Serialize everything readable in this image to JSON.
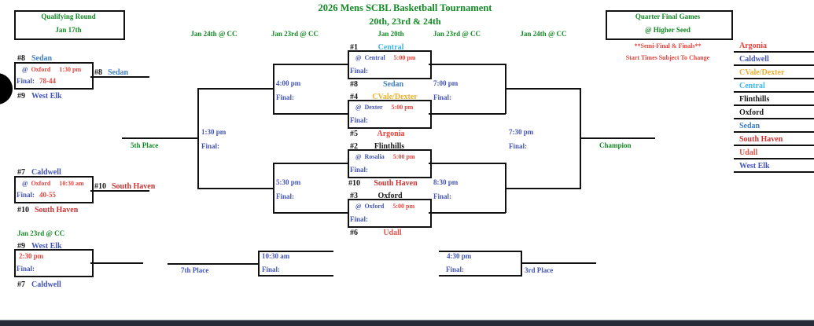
{
  "header": {
    "title": "2026 Mens SCBL Basketball Tournament",
    "subtitle": "20th, 23rd & 24th"
  },
  "columns": {
    "c1": "Jan 24th @ CC",
    "c2": "Jan 23rd @ CC",
    "c3": "Jan 20th",
    "c4": "Jan 23rd @ CC",
    "c5": "Jan 24th @ CC"
  },
  "boxes": {
    "qualifying": {
      "l1": "Qualifying Round",
      "l2": "Jan 17th"
    },
    "quarterfinal": {
      "l1": "Quarter Final Games",
      "l2": "@ Higher Seed"
    }
  },
  "notes": {
    "n1": "**Semi-Final & Finals**",
    "n2": "Start Times Subject To Change"
  },
  "team_list": [
    "Argonia",
    "Caldwell",
    "CVale/Dexter",
    "Central",
    "Flinthills",
    "Oxford",
    "Sedan",
    "South Haven",
    "Udall",
    "West Elk"
  ],
  "qr1": {
    "seed_top": "#8",
    "team_top": "Sedan",
    "at": "@",
    "venue": "Oxford",
    "time": "1:30 pm",
    "final_label": "Final:",
    "score": "78-44",
    "seed_bottom": "#9",
    "team_bottom": "West Elk",
    "winner_seed": "#8",
    "winner_name": "Sedan"
  },
  "qr2": {
    "seed_top": "#7",
    "team_top": "Caldwell",
    "at": "@",
    "venue": "Oxford",
    "time": "10:30 am",
    "final_label": "Final:",
    "score": "40-55",
    "seed_bottom": "#10",
    "team_bottom": "South Haven",
    "winner_seed": "#10",
    "winner_name": "South Haven"
  },
  "qf1": {
    "seed_top": "#1",
    "team_top": "Central",
    "at": "@",
    "venue": "Central",
    "time": "5:00 pm",
    "final_label": "Final:",
    "seed_bottom": "#8",
    "team_bottom": "Sedan"
  },
  "qf2": {
    "seed_top": "#4",
    "team_top": "CVale/Dexter",
    "at": "@",
    "venue": "Dexter",
    "time": "5:00 pm",
    "final_label": "Final:",
    "seed_bottom": "#5",
    "team_bottom": "Argonia"
  },
  "qf3": {
    "seed_top": "#2",
    "team_top": "Flinthills",
    "at": "@",
    "venue": "Rosalia",
    "time": "5:00 pm",
    "final_label": "Final:",
    "seed_bottom": "#10",
    "team_bottom": "South Haven"
  },
  "qf4": {
    "seed_top": "#3",
    "team_top": "Oxford",
    "at": "@",
    "venue": "Oxford",
    "time": "5:00 pm",
    "final_label": "Final:",
    "seed_bottom": "#6",
    "team_bottom": "Udall"
  },
  "cons1": {
    "time": "4:00 pm",
    "final_label": "Final:"
  },
  "cons2": {
    "time": "5:30 pm",
    "final_label": "Final:"
  },
  "fifth": {
    "time": "1:30 pm",
    "final_label": "Final:",
    "label": "5th Place"
  },
  "sf1": {
    "time": "7:00 pm",
    "final_label": "Final:"
  },
  "sf2": {
    "time": "8:30 pm",
    "final_label": "Final:"
  },
  "final": {
    "time": "7:30 pm",
    "final_label": "Final:",
    "champion_label": "Champion"
  },
  "seventh": {
    "header": "Jan 23rd @ CC",
    "seed_top": "#9",
    "team_top": "West Elk",
    "time": "2:30 pm",
    "final_label": "Final:",
    "seed_bottom": "#7",
    "team_bottom": "Caldwell",
    "label": "7th Place",
    "game_time": "10:30 am",
    "game_final": "Final:"
  },
  "third": {
    "time": "4:30 pm",
    "final_label": "Final:",
    "label": "3rd Place"
  },
  "colors": {
    "green": "#128a24",
    "blue": "#4254b8",
    "red": "#e8433d",
    "cyan": "#3fb6e8",
    "orange": "#f0b02c",
    "steel_blue": "#3f7fc5",
    "dark_red": "#cc3434",
    "black": "#1a1a1a"
  }
}
